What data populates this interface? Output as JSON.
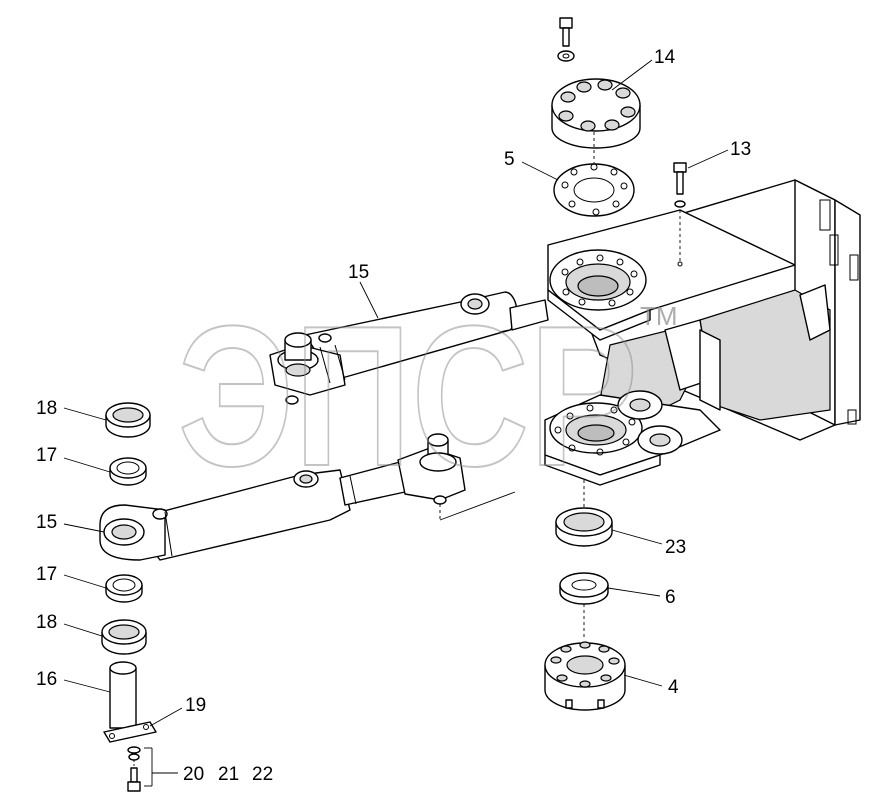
{
  "watermark": {
    "letters": "ЭПСР",
    "trademark": "TM"
  },
  "callouts": [
    {
      "id": "c14",
      "label": "14"
    },
    {
      "id": "c5",
      "label": "5"
    },
    {
      "id": "c13",
      "label": "13"
    },
    {
      "id": "c15a",
      "label": "15"
    },
    {
      "id": "c18a",
      "label": "18"
    },
    {
      "id": "c17a",
      "label": "17"
    },
    {
      "id": "c15b",
      "label": "15"
    },
    {
      "id": "c17b",
      "label": "17"
    },
    {
      "id": "c18b",
      "label": "18"
    },
    {
      "id": "c16",
      "label": "16"
    },
    {
      "id": "c19",
      "label": "19"
    },
    {
      "id": "c20",
      "label": "20"
    },
    {
      "id": "c21",
      "label": "21"
    },
    {
      "id": "c22",
      "label": "22"
    },
    {
      "id": "c23",
      "label": "23"
    },
    {
      "id": "c6",
      "label": "6"
    },
    {
      "id": "c4",
      "label": "4"
    }
  ]
}
